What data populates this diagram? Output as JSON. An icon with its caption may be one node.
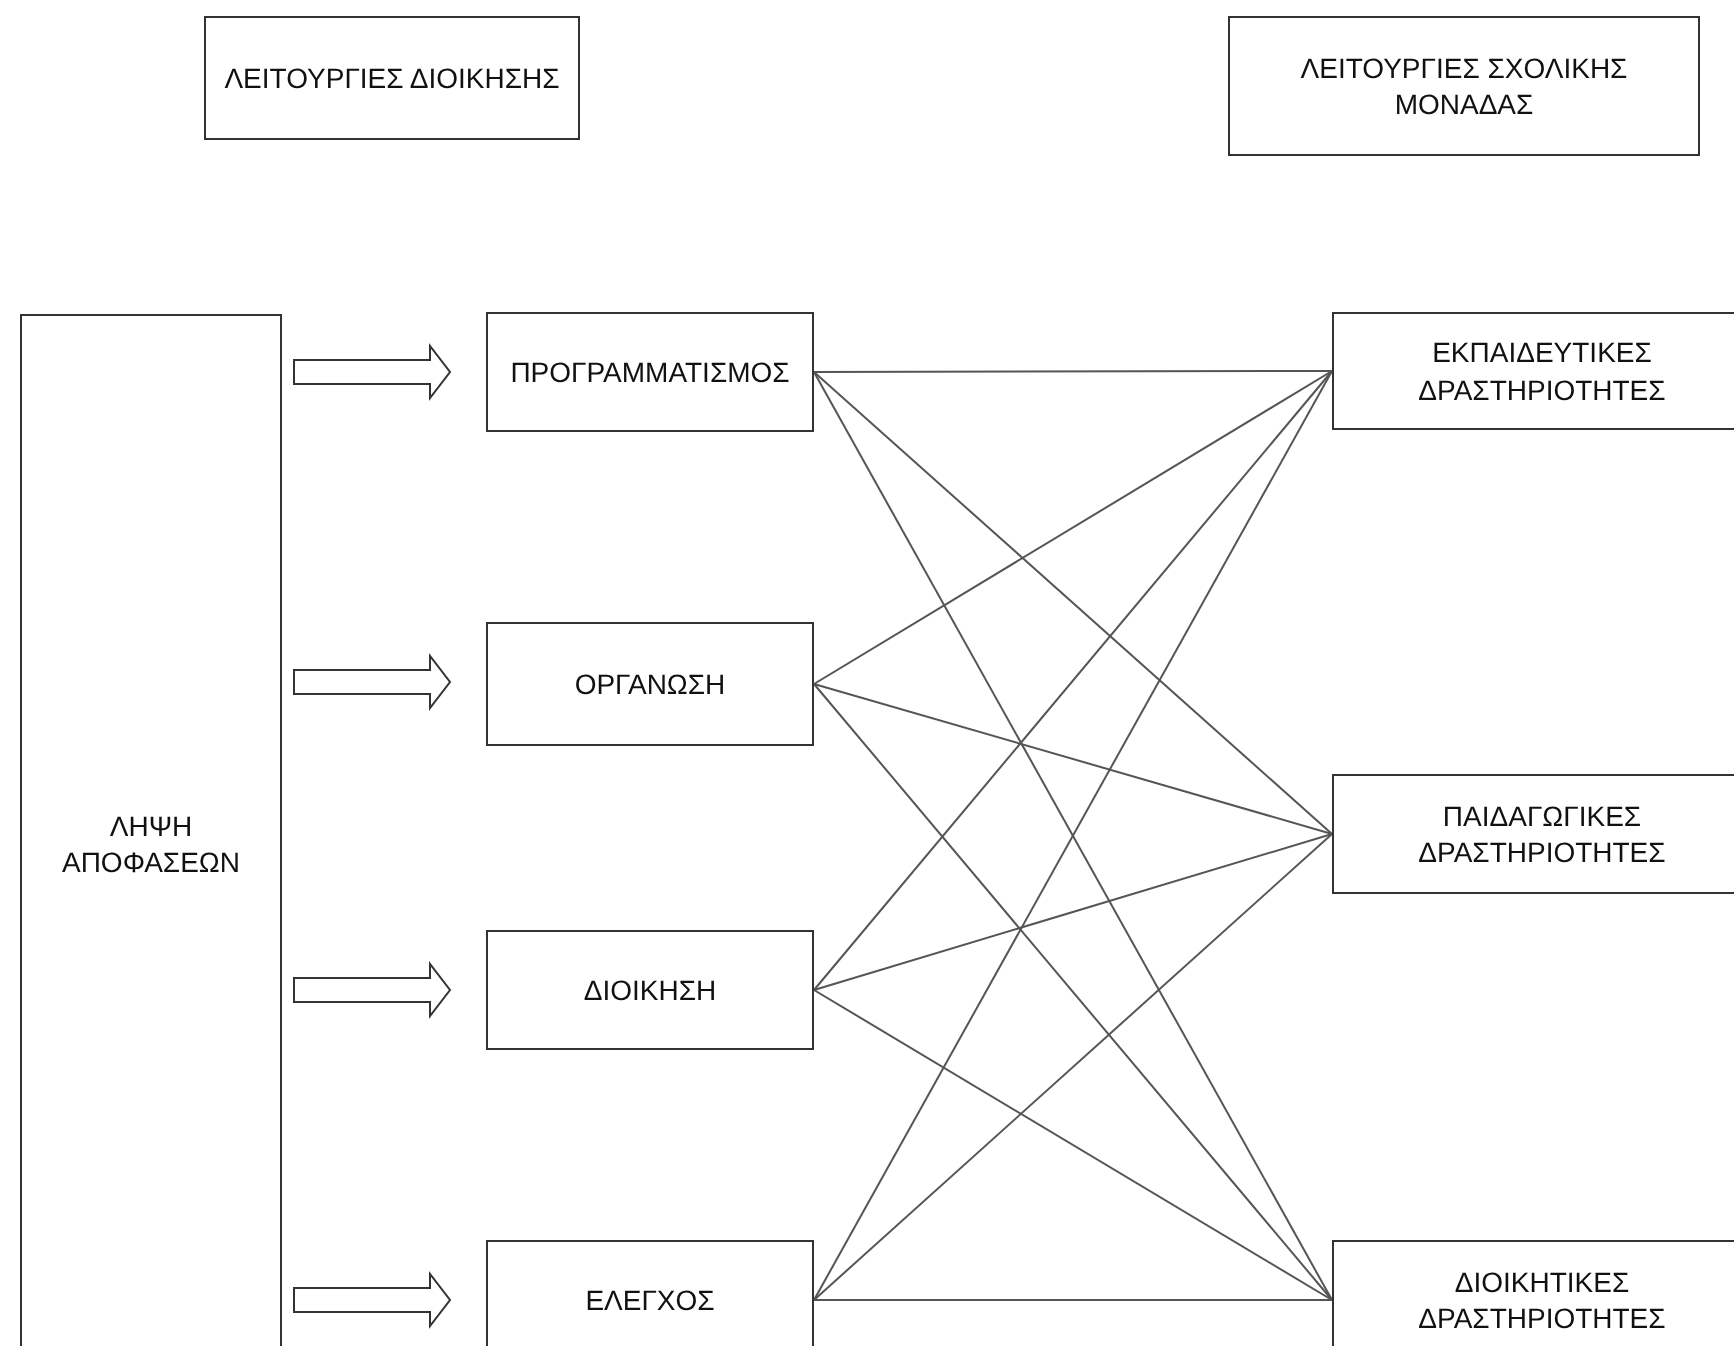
{
  "diagram": {
    "nodes": [
      {
        "text": [
          "ΛΕΙΤΟΥΡΓΙΕΣ ΔΙΟΙΚΗΣΗΣ"
        ]
      },
      {
        "text": [
          "ΛΕΙΤΟΥΡΓΙΕΣ ΣΧΟΛΙΚΗΣ ΜΟΝΑΔΑΣ"
        ]
      },
      {
        "text": [
          "ΛΗΨΗ ΑΠΟΦΑΣΕΩΝ"
        ]
      },
      {
        "text": [
          "ΠΡΟΓΡΑΜΜΑΤΙΣΜΟΣ"
        ]
      },
      {
        "text": [
          "ΕΚΠΑΙΔΕΥΤΙΚΕΣ ΔΡΑΣΤΗΡΙΟΤΗΤΕΣ"
        ]
      },
      {
        "text": [
          "ΟΡΓΑΝΩΣΗ"
        ]
      },
      {
        "text": [
          "ΠΑΙΔΑΓΩΓΙΚΕΣ ΔΡΑΣΤΗΡΙΟΤΗΤΕΣ"
        ]
      },
      {
        "text": [
          "ΔΙΟΙΚΗΣΗ"
        ]
      },
      {
        "text": [
          "ΕΛΕΓΧΟΣ"
        ]
      },
      {
        "text": [
          "ΔΙΟΙΚΗΤΙΚΕΣ ΔΡΑΣΤΗΡΙΟΤΗΤΕΣ"
        ]
      }
    ],
    "edges": [
      {
        "from": 2,
        "to": 3,
        "arrow": "to",
        "style": "thick"
      },
      {
        "from": 2,
        "to": 5,
        "arrow": "to",
        "style": "thick"
      },
      {
        "from": 2,
        "to": 7,
        "arrow": "to",
        "style": "thick"
      },
      {
        "from": 2,
        "to": 8,
        "arrow": "to",
        "style": "thick"
      },
      {
        "from": 3,
        "to": 4,
        "arrow": "none"
      },
      {
        "from": 3,
        "to": 6,
        "arrow": "none"
      },
      {
        "from": 3,
        "to": 9,
        "arrow": "none"
      },
      {
        "from": 5,
        "to": 4,
        "arrow": "none"
      },
      {
        "from": 5,
        "to": 6,
        "arrow": "none"
      },
      {
        "from": 5,
        "to": 9,
        "arrow": "none"
      },
      {
        "from": 7,
        "to": 4,
        "arrow": "none"
      },
      {
        "from": 7,
        "to": 6,
        "arrow": "none"
      },
      {
        "from": 7,
        "to": 9,
        "arrow": "none"
      },
      {
        "from": 8,
        "to": 4,
        "arrow": "none"
      },
      {
        "from": 8,
        "to": 6,
        "arrow": "none"
      },
      {
        "from": 8,
        "to": 9,
        "arrow": "none"
      }
    ]
  }
}
